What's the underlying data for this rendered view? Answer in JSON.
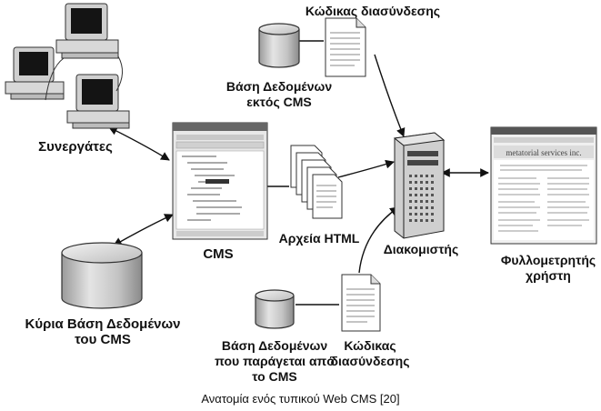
{
  "labels": {
    "code_top": "Κώδικας διασύνδεσης",
    "db_external_line1": "Βάση Δεδομένων",
    "db_external_line2": "εκτός CMS",
    "partners": "Συνεργάτες",
    "cms": "CMS",
    "html_files": "Αρχεία HTML",
    "server": "Διακομιστής",
    "browser_line1": "Φυλλομετρητής",
    "browser_line2": "χρήστη",
    "main_db_line1": "Κύρια Βάση Δεδομένων",
    "main_db_line2": "του CMS",
    "db_generated_line1": "Βάση Δεδομένων",
    "db_generated_line2": "που παράγεται από",
    "db_generated_line3": "το CMS",
    "code_bottom_line1": "Κώδικας",
    "code_bottom_line2": "διασύνδεσης",
    "browser_site_text": "metatorial services inc."
  },
  "caption": "Ανατομία ενός τυπικού Web CMS [20]"
}
